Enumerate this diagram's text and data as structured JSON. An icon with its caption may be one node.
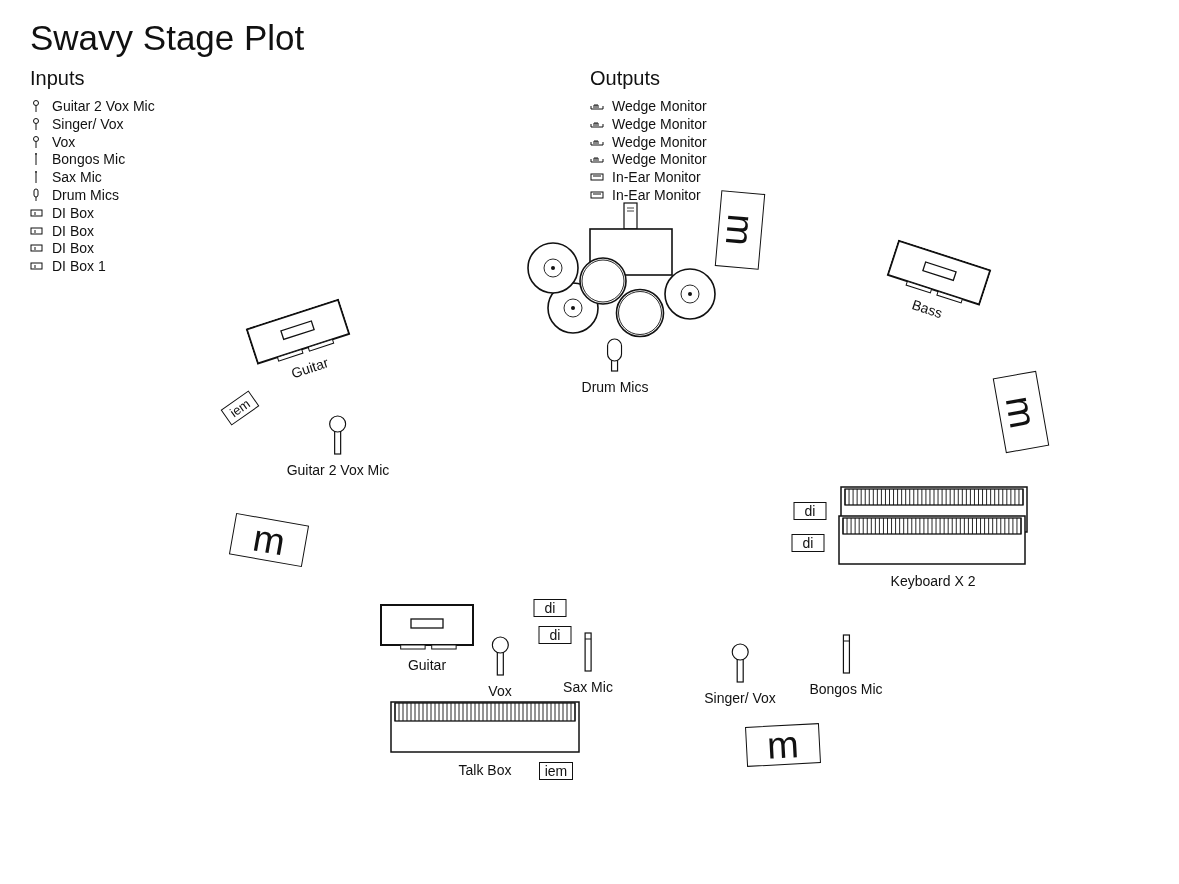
{
  "diagram": {
    "title": "Swavy Stage Plot",
    "nodes": [
      {
        "text": [
          "m"
        ]
      },
      {
        "text": [
          "Bass"
        ]
      },
      {
        "text": [
          "Guitar"
        ]
      },
      {
        "text": [
          "Drum Mics"
        ]
      },
      {
        "text": [
          "m"
        ]
      },
      {
        "text": [
          "iem"
        ]
      },
      {
        "text": [
          "Guitar 2 Vox Mic"
        ]
      },
      {
        "text": [
          "di"
        ]
      },
      {
        "text": [
          "Keyboard X 2"
        ]
      },
      {
        "text": [
          "m"
        ]
      },
      {
        "text": [
          "di"
        ]
      },
      {
        "text": [
          "di"
        ]
      },
      {
        "text": [
          "Guitar"
        ]
      },
      {
        "text": [
          "di"
        ]
      },
      {
        "text": [
          "Vox"
        ]
      },
      {
        "text": [
          "Sax Mic"
        ]
      },
      {
        "text": [
          "Singer/ Vox"
        ]
      },
      {
        "text": [
          "Bongos Mic"
        ]
      },
      {
        "text": [
          "Talk Box"
        ]
      },
      {
        "text": [
          "m"
        ]
      },
      {
        "text": [
          "iem"
        ]
      }
    ],
    "labels": [
      "Inputs",
      "Guitar 2 Vox Mic",
      "Singer/ Vox",
      "Vox",
      "Bongos Mic",
      "Sax Mic",
      "Drum Mics",
      "DI Box",
      "DI Box",
      "DI Box",
      "DI Box 1",
      "Outputs",
      "Wedge Monitor",
      "Wedge Monitor",
      "Wedge Monitor",
      "Wedge Monitor",
      "In-Ear Monitor",
      "In-Ear Monitor"
    ]
  }
}
